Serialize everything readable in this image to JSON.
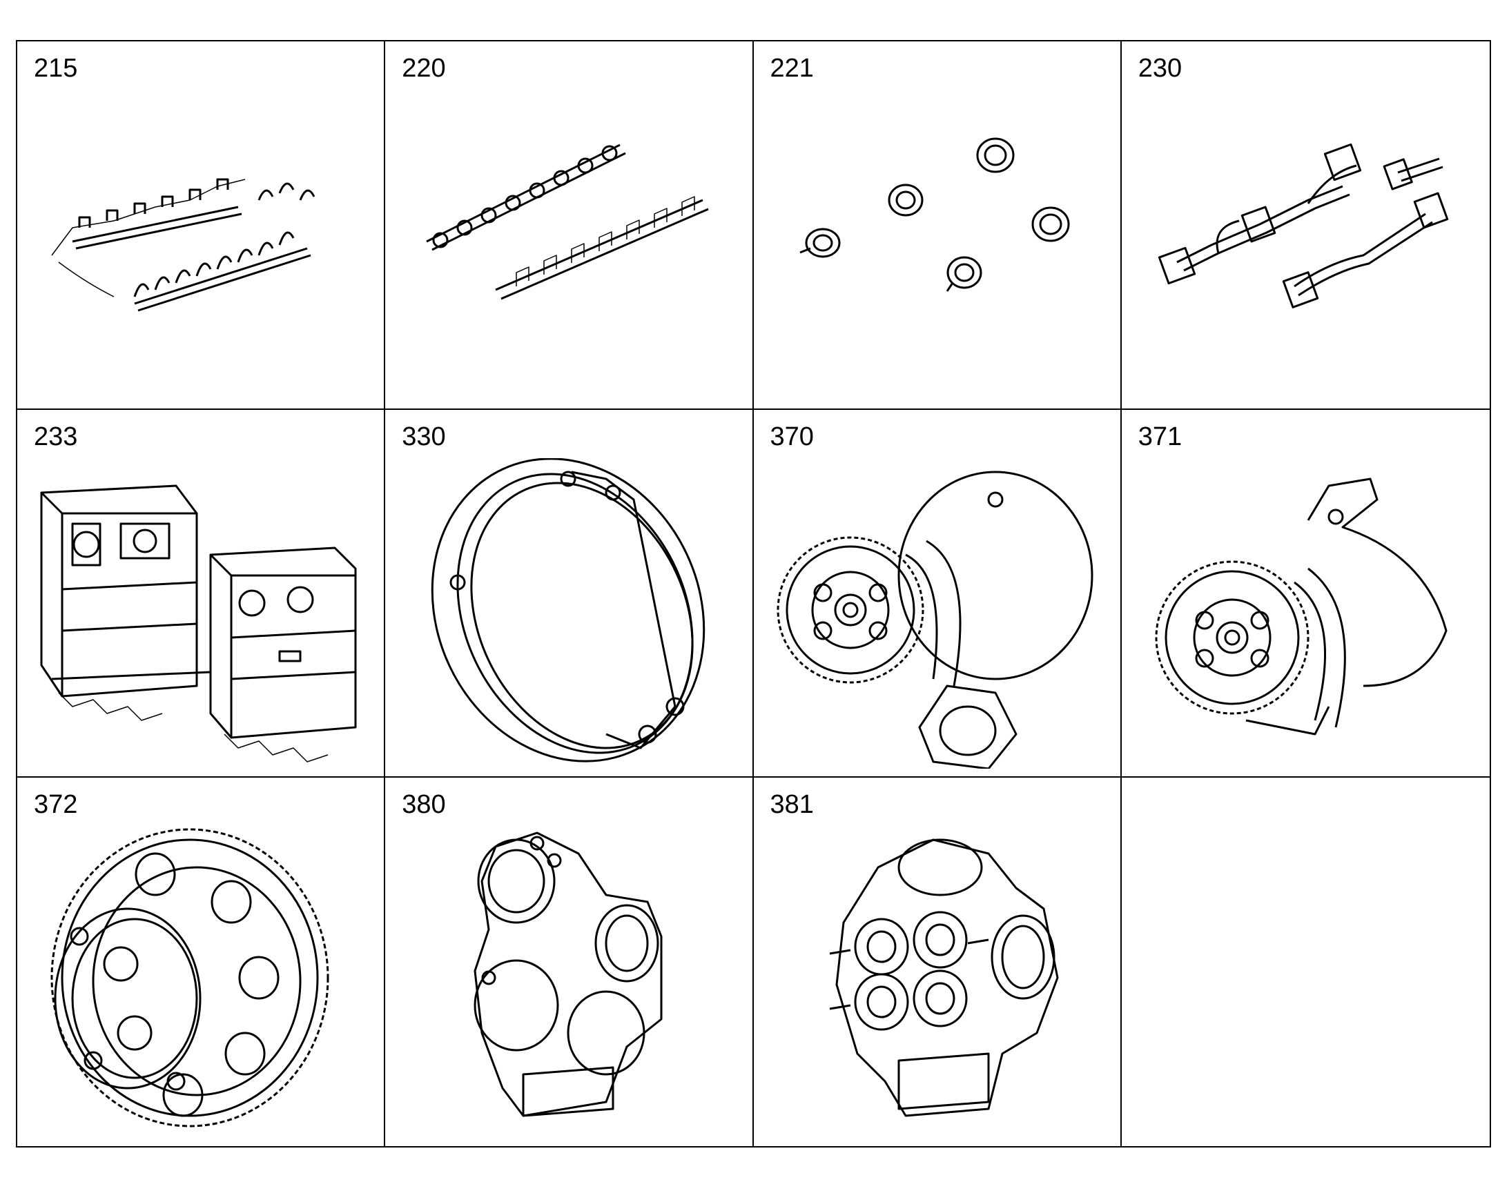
{
  "parts": [
    {
      "number": "215",
      "icon": "fuel-line-harness-icon"
    },
    {
      "number": "220",
      "icon": "camshaft-pair-icon"
    },
    {
      "number": "221",
      "icon": "bearing-bushings-icon"
    },
    {
      "number": "230",
      "icon": "exhaust-manifold-icon"
    },
    {
      "number": "233",
      "icon": "cylinder-head-icon"
    },
    {
      "number": "330",
      "icon": "cover-plate-icon"
    },
    {
      "number": "370",
      "icon": "water-pump-icon"
    },
    {
      "number": "371",
      "icon": "pump-with-housing-icon"
    },
    {
      "number": "372",
      "icon": "drive-gear-icon"
    },
    {
      "number": "380",
      "icon": "gearbox-housing-icon"
    },
    {
      "number": "381",
      "icon": "pump-assembly-icon"
    }
  ]
}
